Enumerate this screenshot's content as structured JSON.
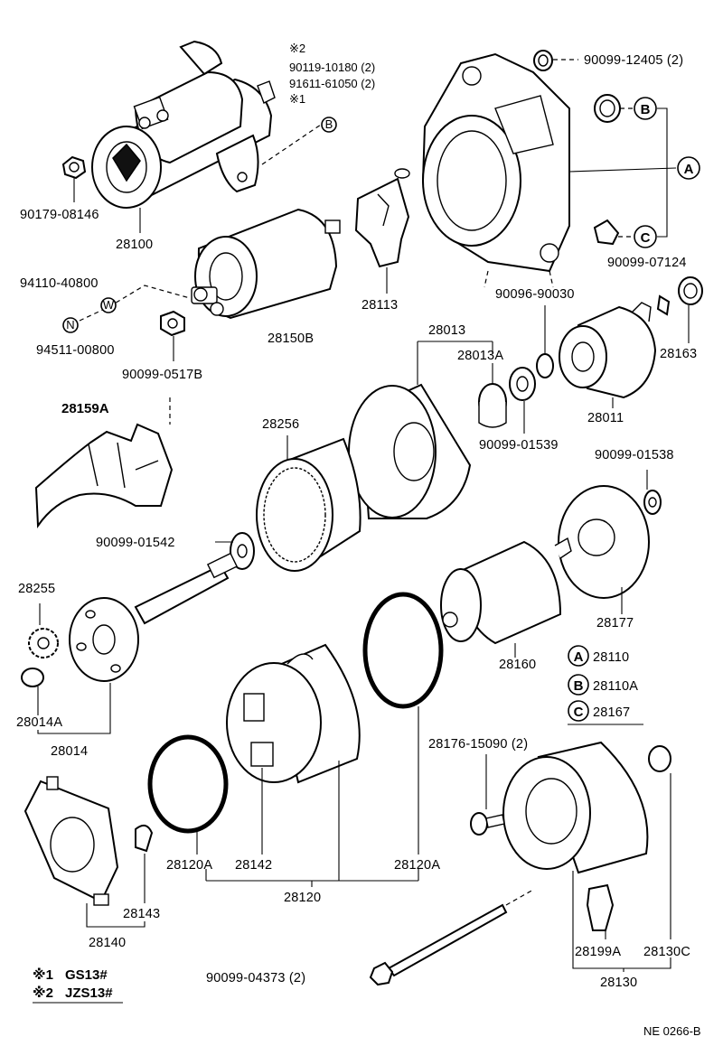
{
  "labels": {
    "p90179": "90179-08146",
    "p28100": "28100",
    "note2": "※2",
    "p90119": "90119-10180 (2)",
    "p91611": "91611-61050 (2)",
    "note1": "※1",
    "p90099_12405": "90099-12405 (2)",
    "p28113": "28113",
    "p28150B": "28150B",
    "p94110": "94110-40800",
    "p94511": "94511-00800",
    "p90099_0517B": "90099-0517B",
    "p90099_07124": "90099-07124",
    "p90096": "90096-90030",
    "p28163": "28163",
    "p28013": "28013",
    "p28013A": "28013A",
    "p28011": "28011",
    "p28159A": "28159A",
    "p28256": "28256",
    "p90099_01539": "90099-01539",
    "p90099_01538": "90099-01538",
    "p90099_01542": "90099-01542",
    "p28255": "28255",
    "p28177": "28177",
    "p28160": "28160",
    "p28014A": "28014A",
    "p28014": "28014",
    "p28176": "28176-15090 (2)",
    "p28120A_left": "28120A",
    "p28142": "28142",
    "p28120A_right": "28120A",
    "p28120": "28120",
    "p28143": "28143",
    "p28140": "28140",
    "p28199A": "28199A",
    "p28130C": "28130C",
    "p28130": "28130",
    "p90099_04373": "90099-04373 (2)",
    "diagram_code": "NE 0266-B"
  },
  "callouts": {
    "A": "A",
    "B": "B",
    "C": "C",
    "N": "N",
    "W": "W"
  },
  "legend": [
    {
      "letter": "A",
      "part": "28110"
    },
    {
      "letter": "B",
      "part": "28110A"
    },
    {
      "letter": "C",
      "part": "28167"
    }
  ],
  "footnotes": [
    {
      "mark": "※1",
      "model": "GS13#"
    },
    {
      "mark": "※2",
      "model": "JZS13#"
    }
  ]
}
